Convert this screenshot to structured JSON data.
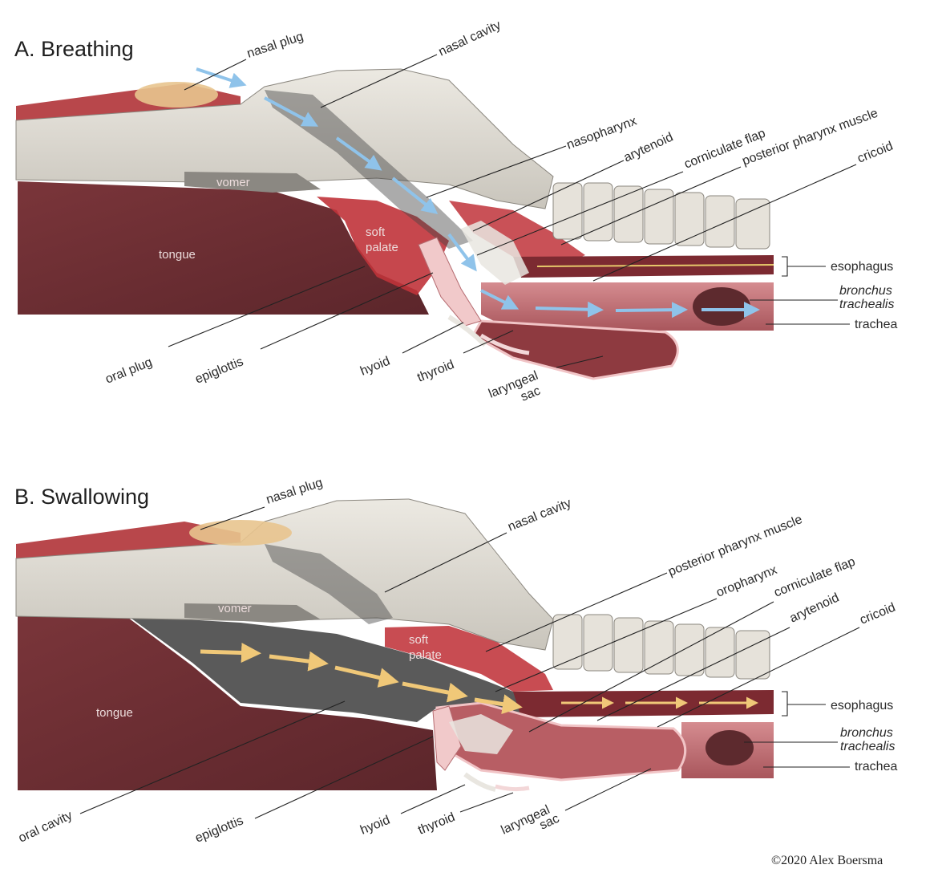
{
  "colors": {
    "tongue": "#6b2e33",
    "muscle": "#c0333a",
    "trachea": "#c97a7f",
    "bone": "#e3e0d9",
    "airflow": "#8fc3ea",
    "foodflow": "#f0c878",
    "cavity": "#5a5a5a"
  },
  "panels": {
    "a": {
      "title": "A. Breathing",
      "labels": {
        "nasal_plug": "nasal plug",
        "nasal_cavity": "nasal cavity",
        "nasopharynx": "nasopharynx",
        "arytenoid": "arytenoid",
        "corniculate_flap": "corniculate flap",
        "posterior_pharynx_muscle": "posterior pharynx muscle",
        "cricoid": "cricoid",
        "esophagus": "esophagus",
        "bronchus_1": "bronchus",
        "bronchus_2": "trachealis",
        "trachea": "trachea",
        "vomer": "vomer",
        "tongue": "tongue",
        "soft_palate_1": "soft",
        "soft_palate_2": "palate",
        "oral_plug": "oral plug",
        "epiglottis": "epiglottis",
        "hyoid": "hyoid",
        "thyroid": "thyroid",
        "laryngeal_sac_1": "laryngeal",
        "laryngeal_sac_2": "sac"
      }
    },
    "b": {
      "title": "B. Swallowing",
      "labels": {
        "nasal_plug": "nasal plug",
        "nasal_cavity": "nasal cavity",
        "posterior_pharynx_muscle": "posterior pharynx muscle",
        "oropharynx": "oropharynx",
        "corniculate_flap": "corniculate flap",
        "arytenoid": "arytenoid",
        "cricoid": "cricoid",
        "esophagus": "esophagus",
        "bronchus_1": "bronchus",
        "bronchus_2": "trachealis",
        "trachea": "trachea",
        "vomer": "vomer",
        "tongue": "tongue",
        "soft_palate_1": "soft",
        "soft_palate_2": "palate",
        "oral_cavity": "oral cavity",
        "epiglottis": "epiglottis",
        "hyoid": "hyoid",
        "thyroid": "thyroid",
        "laryngeal_sac_1": "laryngeal",
        "laryngeal_sac_2": "sac"
      }
    }
  },
  "credit": "©2020 Alex Boersma"
}
